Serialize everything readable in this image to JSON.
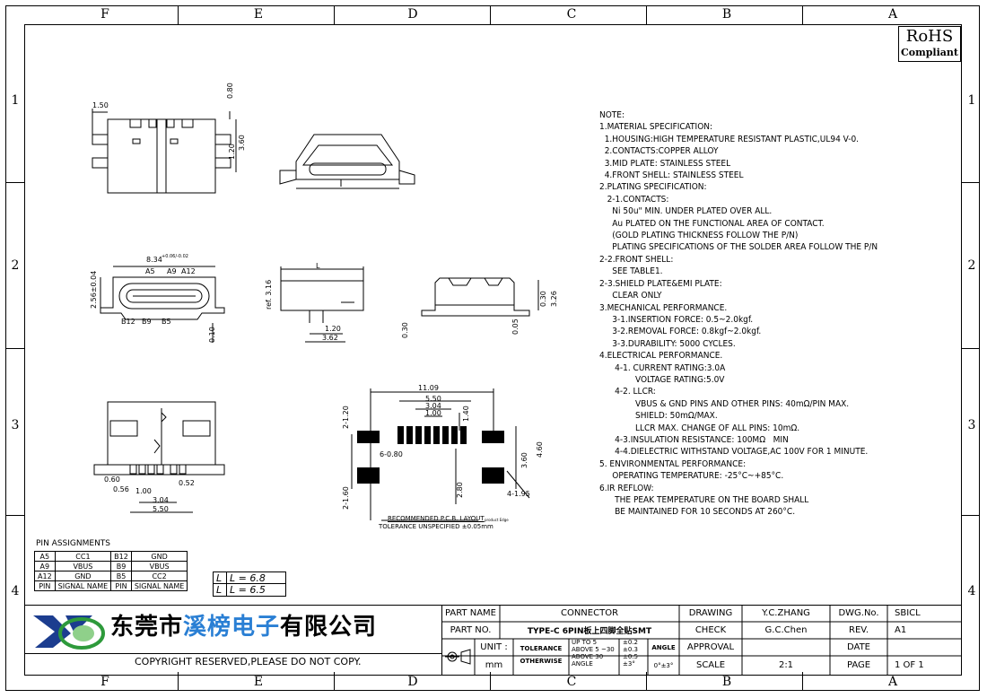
{
  "border": {
    "letters": [
      "F",
      "E",
      "D",
      "C",
      "B",
      "A"
    ],
    "numbers": [
      "1",
      "2",
      "3",
      "4"
    ]
  },
  "rohs": {
    "line1": "RoHS",
    "line2": "Compliant"
  },
  "dims": {
    "top_w": "1.50",
    "top_h1": "0.80",
    "top_h2": "1.20",
    "top_h3": "3.60",
    "front_w": "8.34",
    "front_w_tol": "+0.06/-0.02",
    "front_h": "2.56±0.04",
    "front_h2": "0.10",
    "pin_a5": "A5",
    "pin_a9": "A9",
    "pin_a12": "A12",
    "pin_b12": "B12",
    "pin_b9": "B9",
    "pin_b5": "B5",
    "side_l": "L",
    "side_ref": "ref. 3.16",
    "side_120": "1.20",
    "side_362": "3.62",
    "side_030": "0.30",
    "back_030": "0.30",
    "back_326": "3.26",
    "back_005": "0.05",
    "bot_060": "0.60",
    "bot_056": "0.56",
    "bot_100": "1.00",
    "bot_052": "0.52",
    "bot_304": "3.04",
    "bot_550": "5.50",
    "pcb_1109": "11.09",
    "pcb_550": "5.50",
    "pcb_304": "3.04",
    "pcb_100": "1.00",
    "pcb_140": "1.40",
    "pcb_120": "2-1.20",
    "pcb_680": "6-0.80",
    "pcb_360": "3.60",
    "pcb_460": "4.60",
    "pcb_280": "2.80",
    "pcb_195": "4-1.95",
    "pcb_160": "2-1.60",
    "pcb_layout": "RECOMMENDED  P.C.B. LAYOUT",
    "pcb_tol": "TOLERANCE UNSPECIFIED ±0.05mm",
    "pcb_side": "product Edge"
  },
  "notes": [
    "NOTE:",
    "1.MATERIAL SPECIFICATION:",
    "  1.HOUSING:HIGH TEMPERATURE RESISTANT PLASTIC,UL94 V-0.",
    "  2.CONTACTS:COPPER ALLOY",
    "  3.MID PLATE: STAINLESS STEEL",
    "  4.FRONT SHELL: STAINLESS STEEL",
    "2.PLATING SPECIFICATION:",
    "   2-1.CONTACTS:",
    "     Ni 50u\" MIN. UNDER PLATED OVER ALL.",
    "     Au PLATED ON THE FUNCTIONAL AREA OF CONTACT.",
    "     (GOLD PLATING THICKNESS FOLLOW THE P/N)",
    "     PLATING SPECIFICATIONS OF THE SOLDER AREA FOLLOW THE P/N",
    "2-2.FRONT SHELL:",
    "     SEE TABLE1.",
    "2-3.SHIELD PLATE&EMI PLATE:",
    "     CLEAR ONLY",
    "3.MECHANICAL PERFORMANCE.",
    "     3-1.INSERTION FORCE: 0.5~2.0kgf.",
    "     3-2.REMOVAL FORCE: 0.8kgf~2.0kgf.",
    "     3-3.DURABILITY: 5000 CYCLES.",
    "4.ELECTRICAL PERFORMANCE.",
    "      4-1. CURRENT RATING:3.0A",
    "              VOLTAGE RATING:5.0V",
    "      4-2. LLCR:",
    "              VBUS & GND PINS AND OTHER PINS: 40mΩ/PIN MAX.",
    "              SHIELD: 50mΩ/MAX.",
    "              LLCR MAX. CHANGE OF ALL PINS: 10mΩ.",
    "      4-3.INSULATION RESISTANCE: 100MΩ   MIN",
    "      4-4.DIELECTRIC WITHSTAND VOLTAGE,AC 100V FOR 1 MINUTE.",
    "5. ENVIRONMENTAL PERFORMANCE:",
    "     OPERATING TEMPERATURE: -25°C~+85°C.",
    "6.IR REFLOW:",
    "      THE PEAK TEMPERATURE ON THE BOARD SHALL",
    "      BE MAINTAINED FOR 10 SECONDS AT 260°C."
  ],
  "pin_assignments": {
    "title": "PIN ASSIGNMENTS",
    "rows": [
      [
        "A5",
        "CC1",
        "B12",
        "GND"
      ],
      [
        "A9",
        "VBUS",
        "B9",
        "VBUS"
      ],
      [
        "A12",
        "GND",
        "B5",
        "CC2"
      ],
      [
        "PIN",
        "SIGNAL NAME",
        "PIN",
        "SIGNAL NAME"
      ]
    ]
  },
  "l_table": {
    "r1": "L = 6.8",
    "r2": "L = 6.5",
    "lab": "L"
  },
  "title_block": {
    "company_cn_1": "东莞市",
    "company_cn_hl": "溪榜电子",
    "company_cn_2": "有限公司",
    "copyright": "COPYRIGHT RESERVED,PLEASE DO NOT COPY.",
    "part_name_label": "PART NAME",
    "part_name": "CONNECTOR",
    "part_no_label": "PART NO.",
    "part_no": "TYPE-C 6PIN板上四脚全贴SMT",
    "unit_label": "UNIT :",
    "unit": "mm",
    "tolerance_label": "TOLERANCE",
    "otherwise_label": "OTHERWISE",
    "tol_r1": "UP TO 5",
    "tol_r1v": "±0.2",
    "tol_r2": "ABOVE 5 ~30",
    "tol_r2v": "±0.3",
    "tol_r3": "ABOVE 30",
    "tol_r3v": "±0.5",
    "tol_r4": "ANGLE",
    "tol_r4v": "±3°",
    "angle_label": "ANGLE",
    "angle_val": "0°±3°",
    "drawing_label": "DRAWING",
    "drawing": "Y.C.ZHANG",
    "check_label": "CHECK",
    "check": "G.C.Chen",
    "approval_label": "APPROVAL",
    "approval": "",
    "scale_label": "SCALE",
    "scale": "2:1",
    "dwg_label": "DWG.No.",
    "dwg": "SBICL",
    "rev_label": "REV.",
    "rev": "A1",
    "date_label": "DATE",
    "date": "",
    "page_label": "PAGE",
    "page": "1  OF  1"
  }
}
